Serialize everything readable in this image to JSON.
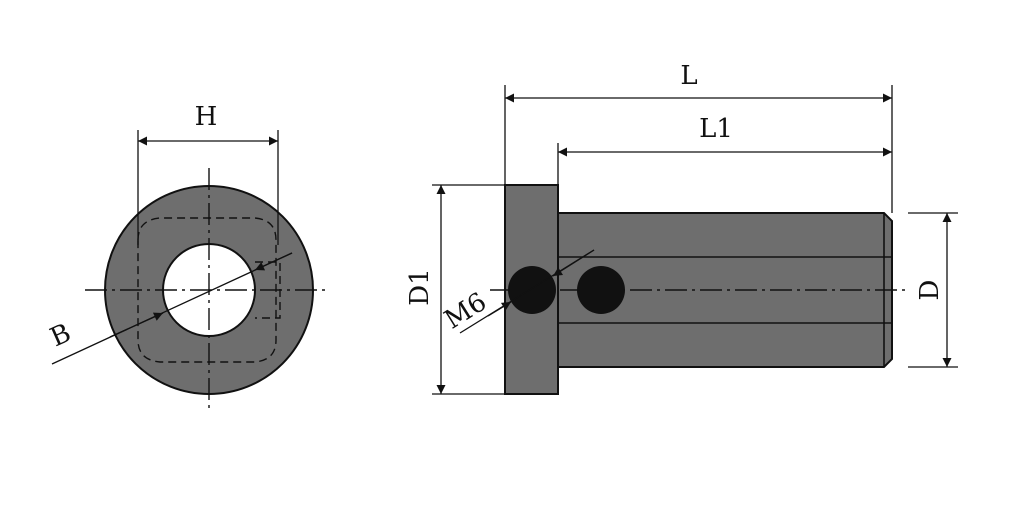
{
  "colors": {
    "body_fill": "#6e6e6e",
    "line": "#111111",
    "screw": "#111111",
    "background": "#ffffff"
  },
  "labels": {
    "H": "H",
    "B": "B",
    "L": "L",
    "L1": "L1",
    "D1": "D1",
    "D": "D",
    "M6": "M6"
  }
}
